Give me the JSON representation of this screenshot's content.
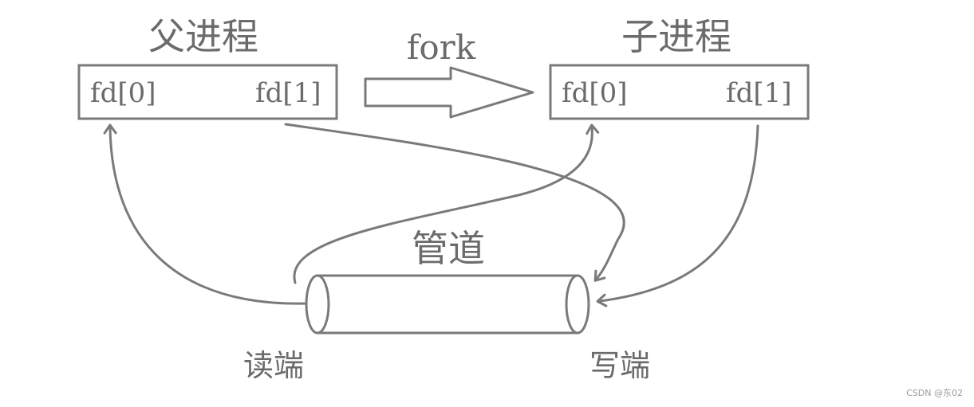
{
  "parent": {
    "title": "父进程",
    "fd0": "fd[0]",
    "fd1": "fd[1]"
  },
  "child": {
    "title": "子进程",
    "fd0": "fd[0]",
    "fd1": "fd[1]"
  },
  "fork_label": "fork",
  "pipe": {
    "title": "管道",
    "read_end": "读端",
    "write_end": "写端"
  },
  "watermark": "CSDN @东02",
  "colors": {
    "ink": "#7a7a7a",
    "text": "#6b6b6b"
  }
}
